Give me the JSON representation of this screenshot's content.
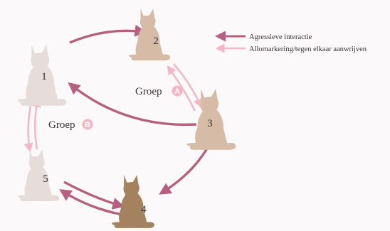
{
  "colors": {
    "background": "#fbf9fa",
    "aggressive": "#b5607e",
    "allomarking": "#f2b8c8",
    "cat_light": "#e6dcd9",
    "cat_tan": "#d6bba7",
    "cat_dark": "#a48260",
    "group_badge": "#f1b6c6"
  },
  "legend": {
    "aggressive_label": "Agressieve interactie",
    "allomarking_label": "Allomarkering/tegen elkaar aanwrijven"
  },
  "groups": {
    "a": {
      "word": "Groep",
      "letter": "A"
    },
    "b": {
      "word": "Groep",
      "letter": "B"
    }
  },
  "cats": [
    {
      "id": "1",
      "label": "1",
      "fur": "light"
    },
    {
      "id": "2",
      "label": "2",
      "fur": "tan"
    },
    {
      "id": "3",
      "label": "3",
      "fur": "tan"
    },
    {
      "id": "4",
      "label": "4",
      "fur": "dark"
    },
    {
      "id": "5",
      "label": "5",
      "fur": "light"
    }
  ],
  "interactions": [
    {
      "from": "1",
      "to": "2",
      "type": "aggressive"
    },
    {
      "from": "2",
      "to": "3",
      "type": "allomarking"
    },
    {
      "from": "3",
      "to": "2",
      "type": "allomarking"
    },
    {
      "from": "3",
      "to": "1",
      "type": "aggressive"
    },
    {
      "from": "3",
      "to": "4",
      "type": "aggressive"
    },
    {
      "from": "1",
      "to": "5",
      "type": "allomarking"
    },
    {
      "from": "5",
      "to": "1",
      "type": "allomarking"
    },
    {
      "from": "5",
      "to": "4",
      "type": "aggressive"
    },
    {
      "from": "4",
      "to": "5",
      "type": "aggressive"
    }
  ]
}
